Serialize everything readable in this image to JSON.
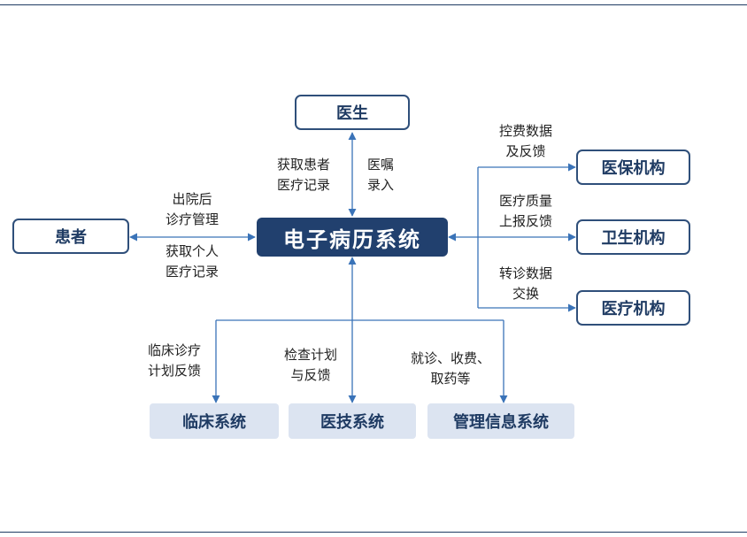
{
  "nodes": {
    "center": "电子病历系统",
    "doctor": "医生",
    "patient": "患者",
    "insurance": "医保机构",
    "health": "卫生机构",
    "medical": "医疗机构",
    "clinical": "临床系统",
    "tech": "医技系统",
    "mis": "管理信息系统"
  },
  "edges": {
    "doctor_get": [
      "获取患者",
      "医疗记录"
    ],
    "doctor_order": [
      "医嘱",
      "录入"
    ],
    "patient_out": [
      "出院后",
      "诊疗管理"
    ],
    "patient_get": [
      "获取个人",
      "医疗记录"
    ],
    "insurance": [
      "控费数据",
      "及反馈"
    ],
    "health": [
      "医疗质量",
      "上报反馈"
    ],
    "medical": [
      "转诊数据",
      "交换"
    ],
    "clinical": [
      "临床诊疗",
      "计划反馈"
    ],
    "tech": [
      "检查计划",
      "与反馈"
    ],
    "mis": [
      "就诊、收费、",
      "取药等"
    ]
  },
  "colors": {
    "dark": "#21406e",
    "line": "#3a73b8",
    "sub_fill": "#dce4f1"
  }
}
